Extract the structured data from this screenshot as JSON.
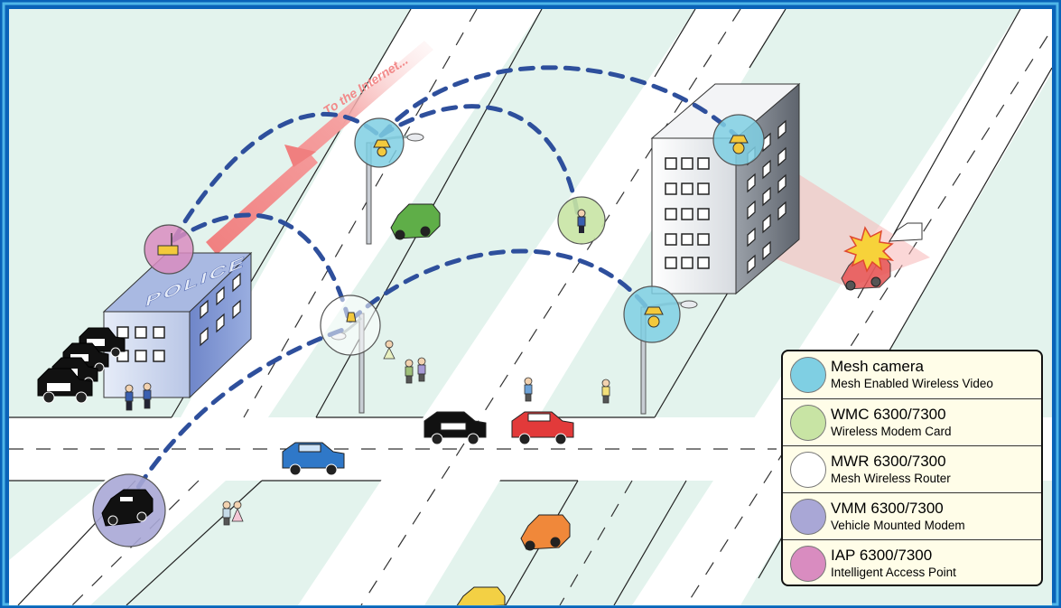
{
  "internet_label": "To the Internet...",
  "police_label": "POLICE",
  "legend": [
    {
      "title": "Mesh camera",
      "subtitle": "Mesh Enabled Wireless Video",
      "color": "#7fcfe3"
    },
    {
      "title": "WMC 6300/7300",
      "subtitle": "Wireless Modem Card",
      "color": "#c8e4a4"
    },
    {
      "title": "MWR 6300/7300",
      "subtitle": "Mesh Wireless Router",
      "color": "#ffffff"
    },
    {
      "title": "VMM 6300/7300",
      "subtitle": "Vehicle Mounted Modem",
      "color": "#a9a7d6"
    },
    {
      "title": "IAP 6300/7300",
      "subtitle": "Intelligent Access Point",
      "color": "#d98cc0"
    }
  ],
  "colors": {
    "frame": "#0a63b8",
    "map_background": "#e3f3ed",
    "road": "#ffffff",
    "mesh_link": "#2e4f9c",
    "internet_arrow": "#f08a8a"
  }
}
